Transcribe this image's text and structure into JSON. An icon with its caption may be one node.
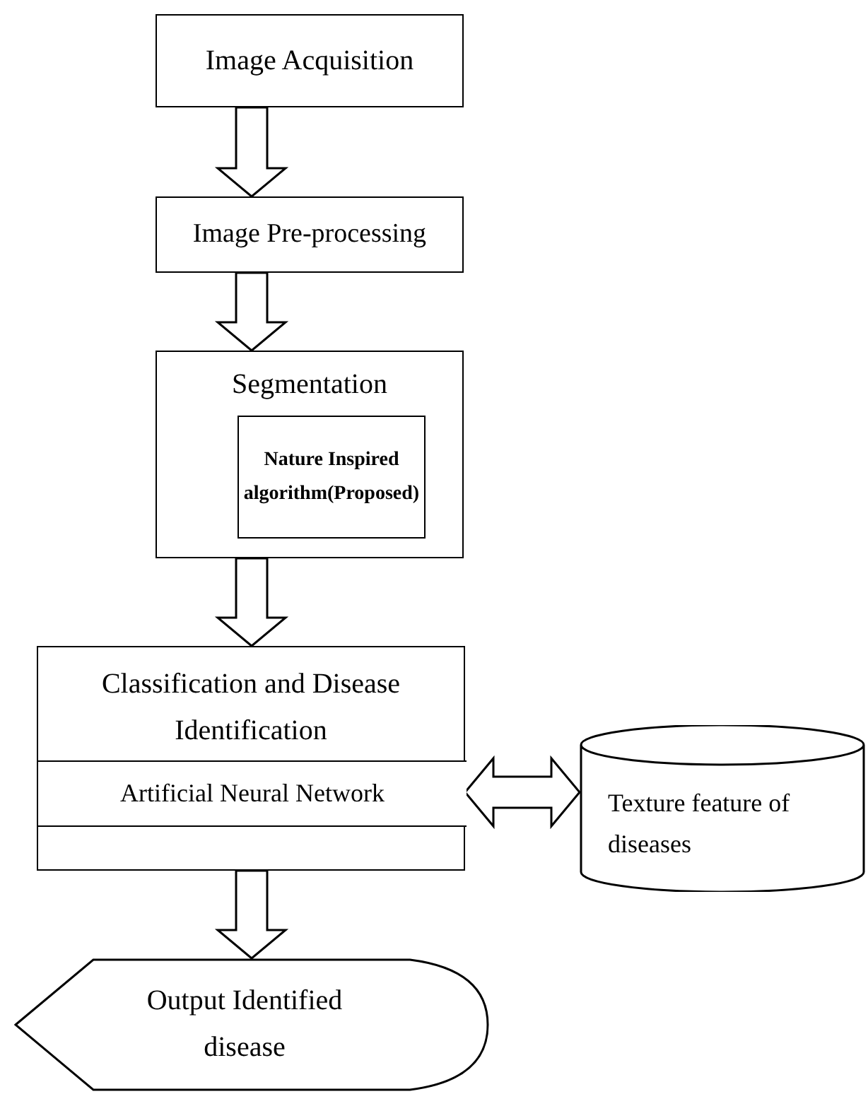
{
  "diagram": {
    "nodes": [
      {
        "text": [
          "Image Acquisition"
        ]
      },
      {
        "text": [
          "Image Pre-processing"
        ]
      },
      {
        "text": [
          "Segmentation"
        ]
      },
      {
        "text": [
          "Nature Inspired algorithm(Proposed)"
        ],
        "in": 2
      },
      {
        "text": [
          "Classification and Disease Identification"
        ]
      },
      {
        "text": [
          "Artificial Neural Network"
        ],
        "in": 4
      },
      {
        "text": [
          "Texture feature of diseases"
        ]
      },
      {
        "text": [
          "Output Identified disease"
        ]
      }
    ],
    "edges": [
      {
        "from": 0,
        "to": 1,
        "arrow": "to"
      },
      {
        "from": 1,
        "to": 2,
        "arrow": "to"
      },
      {
        "from": 2,
        "to": 4,
        "arrow": "to"
      },
      {
        "from": 4,
        "to": 7,
        "arrow": "to"
      },
      {
        "from": 5,
        "to": 6,
        "arrow": "both"
      }
    ]
  }
}
